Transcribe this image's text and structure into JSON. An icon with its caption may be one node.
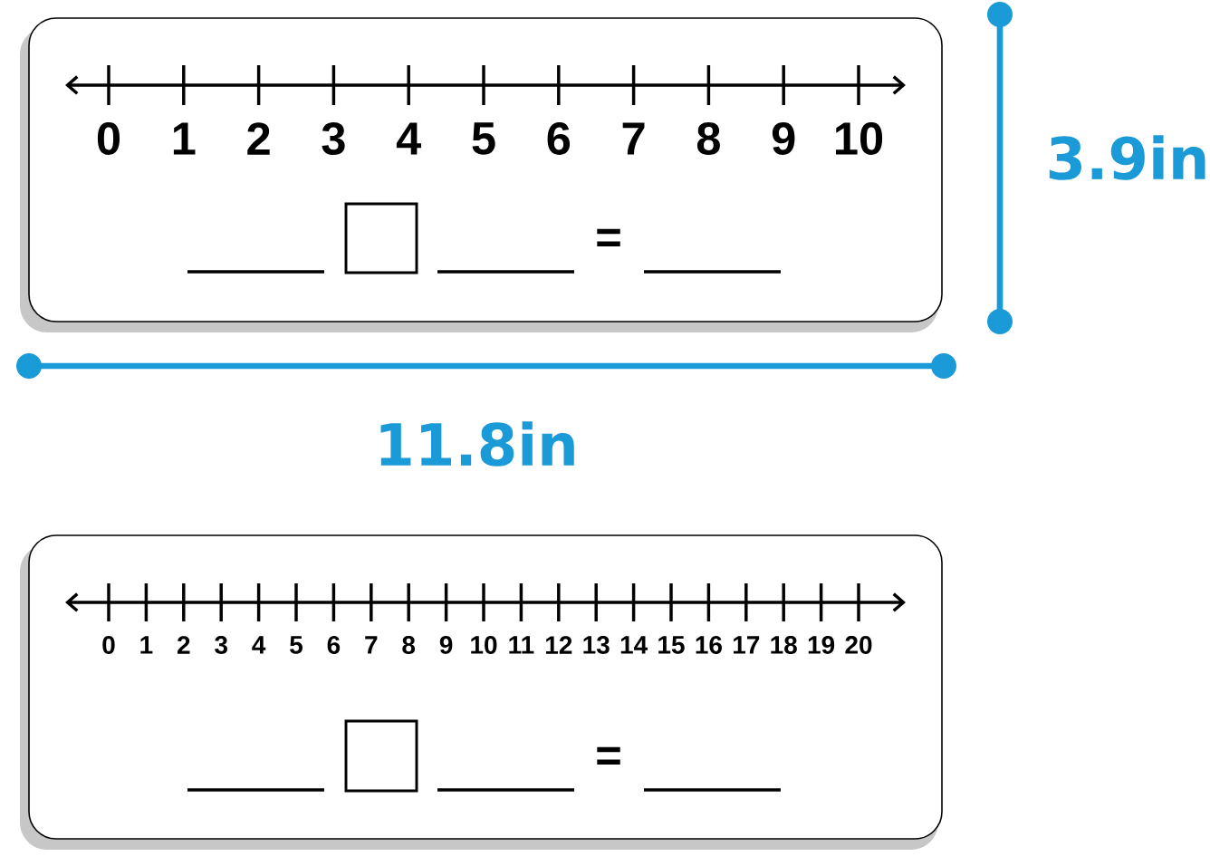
{
  "diagram": {
    "nodes": [
      {
        "text": [],
        "shape": "box"
      },
      {
        "text": [],
        "shape": "box",
        "in": 0
      },
      {
        "text": [],
        "shape": "box"
      },
      {
        "text": [],
        "shape": "box",
        "in": 2
      }
    ],
    "labels": [
      "0",
      "1",
      "2",
      "3",
      "4",
      "5",
      "6",
      "7",
      "8",
      "9",
      "10",
      "=",
      "3.9in",
      "11.8in",
      "0",
      "1",
      "2",
      "3",
      "4",
      "5",
      "6",
      "7",
      "8",
      "9",
      "10",
      "11",
      "12",
      "13",
      "14",
      "15",
      "16",
      "17",
      "18",
      "19",
      "20",
      "="
    ]
  }
}
